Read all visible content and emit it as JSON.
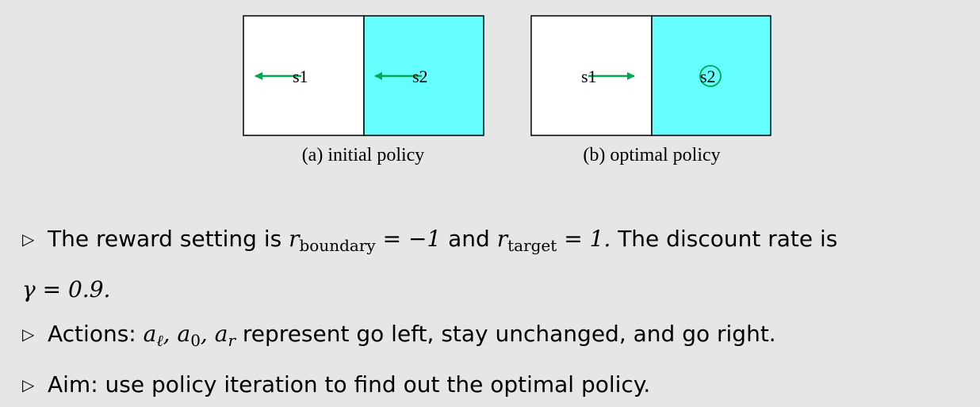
{
  "colors": {
    "target_fill": "#66ffff",
    "arrow": "#00a651",
    "background": "#e6e6e6"
  },
  "figures": [
    {
      "caption": "(a) initial policy",
      "cells": [
        {
          "label": "s1",
          "action": "left",
          "filled": false
        },
        {
          "label": "s2",
          "action": "left",
          "filled": true
        }
      ]
    },
    {
      "caption": "(b) optimal policy",
      "cells": [
        {
          "label": "s1",
          "action": "right",
          "filled": false
        },
        {
          "label": "s2",
          "action": "stay",
          "filled": true
        }
      ]
    }
  ],
  "bullets": {
    "marker": "▷",
    "reward": {
      "t1": "The reward setting is ",
      "r_boundary_sym": "r",
      "r_boundary_sub": "boundary",
      "eq1": " = −1",
      "t2": " and ",
      "r_target_sym": "r",
      "r_target_sub": "target",
      "eq2": " = 1.",
      "t3": " The discount rate is",
      "line2": "γ = 0.9."
    },
    "actions": {
      "t1": "Actions: ",
      "a": "a",
      "sub_l": "ℓ",
      "sub_0": "0",
      "sub_r": "r",
      "comma": ", ",
      "t2": " represent go left, stay unchanged, and go right."
    },
    "aim": "Aim: use policy iteration to find out the optimal policy."
  }
}
